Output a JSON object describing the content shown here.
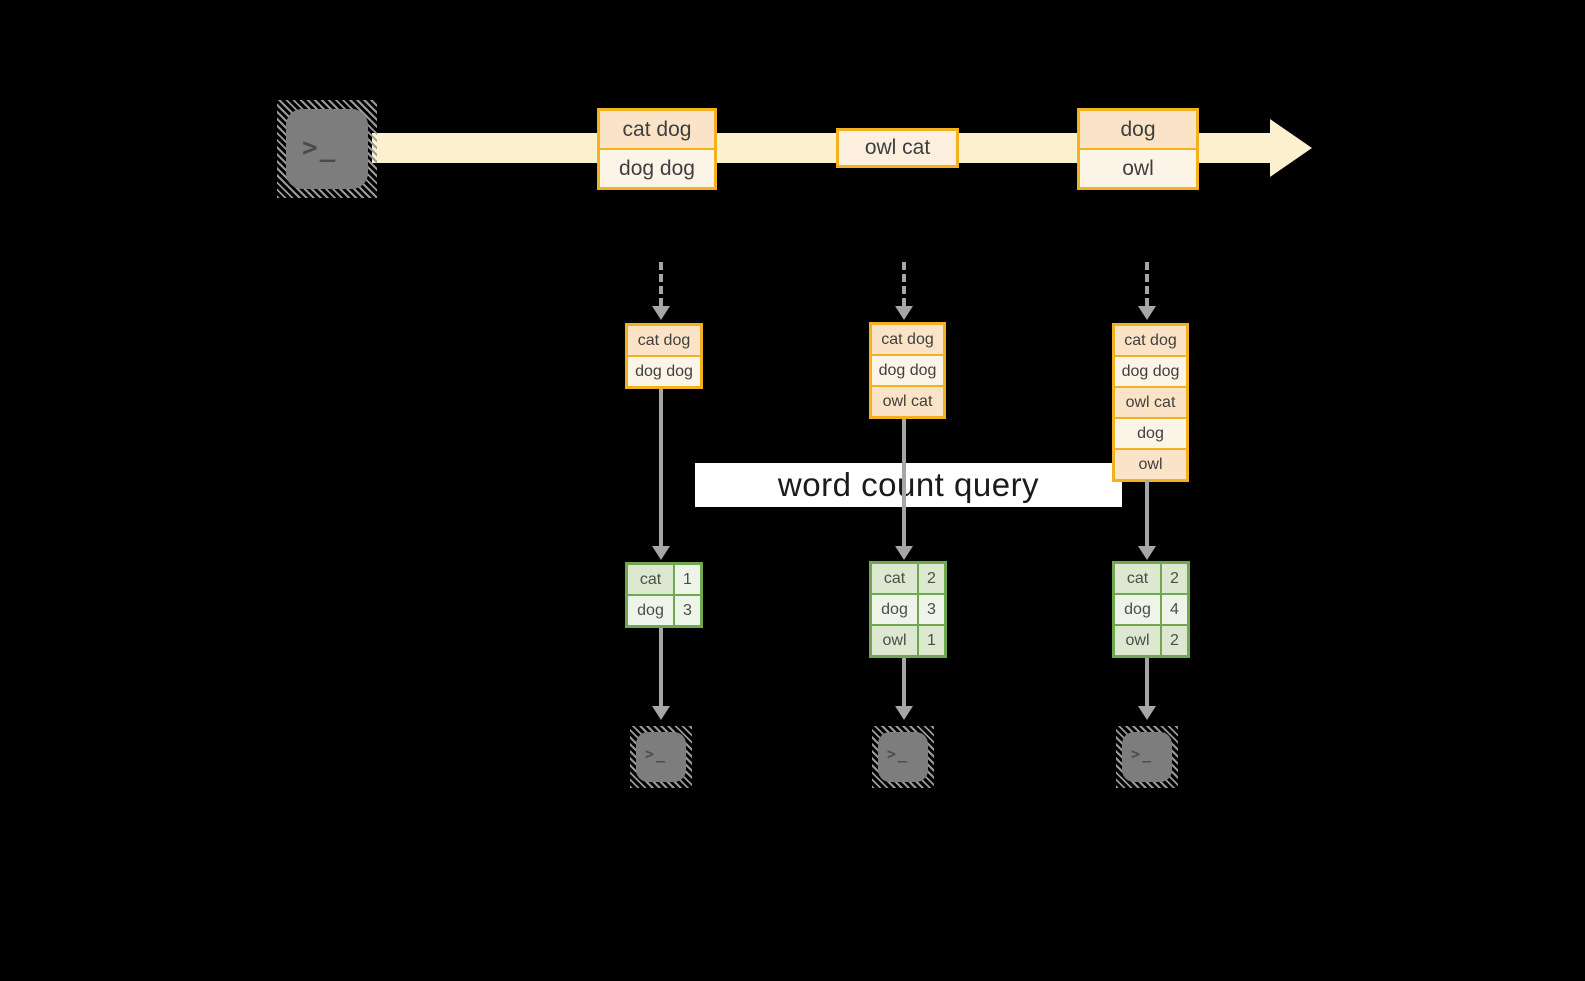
{
  "icons": {
    "terminal_glyph": ">_"
  },
  "query_label": "word count query",
  "stream": {
    "events": [
      {
        "rows": [
          "cat dog",
          "dog dog"
        ]
      },
      {
        "rows": [
          "owl cat"
        ]
      },
      {
        "rows": [
          "dog",
          "owl"
        ]
      }
    ]
  },
  "columns": [
    {
      "state_rows": [
        "cat dog",
        "dog dog"
      ],
      "counts": [
        {
          "word": "cat",
          "count": "1"
        },
        {
          "word": "dog",
          "count": "3"
        }
      ]
    },
    {
      "state_rows": [
        "cat dog",
        "dog dog",
        "owl cat"
      ],
      "counts": [
        {
          "word": "cat",
          "count": "2"
        },
        {
          "word": "dog",
          "count": "3"
        },
        {
          "word": "owl",
          "count": "1"
        }
      ]
    },
    {
      "state_rows": [
        "cat dog",
        "dog dog",
        "owl cat",
        "dog",
        "owl"
      ],
      "counts": [
        {
          "word": "cat",
          "count": "2"
        },
        {
          "word": "dog",
          "count": "4"
        },
        {
          "word": "owl",
          "count": "2"
        }
      ]
    }
  ],
  "colors": {
    "background": "#000000",
    "stream_band": "#FCF1CF",
    "box_border_amber": "#F2B11E",
    "cell_peach": "#FAE3C6",
    "cell_cream": "#FDF4E8",
    "table_border_green": "#71A74E",
    "cell_sage": "#DCE8CF",
    "cell_light_green": "#EFF4EA",
    "arrow_gray": "#A6A6A6",
    "query_band_bg": "#FFFFFF"
  }
}
